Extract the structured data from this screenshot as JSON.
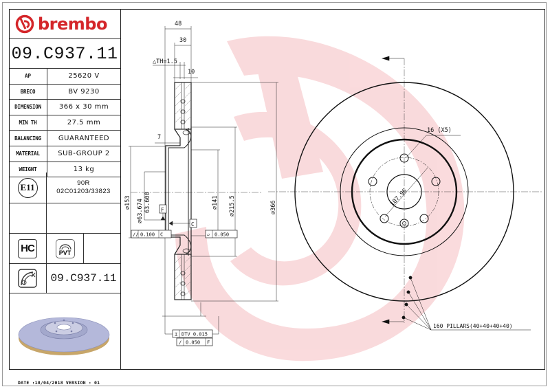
{
  "brand": {
    "name": "brembo",
    "color": "#d4262a",
    "logo_icon": "brembo-logo-icon"
  },
  "part_number": "09.C937.11",
  "specs": [
    {
      "key": "AP",
      "value": "25620 V"
    },
    {
      "key": "BRECO",
      "value": "BV 9230"
    },
    {
      "key": "DIMENSION",
      "value": "366 x 30 mm"
    },
    {
      "key": "MIN TH",
      "value": "27.5 mm"
    },
    {
      "key": "BALANCING",
      "value": "GUARANTEED"
    },
    {
      "key": "MATERIAL",
      "value": "SUB-GROUP 2"
    },
    {
      "key": "WEIGHT",
      "value": "13 kg"
    }
  ],
  "approval": {
    "mark": "E11",
    "line1": "90R",
    "line2": "02C01203/33823"
  },
  "badges": {
    "hc": "HC",
    "pvt": "PVT"
  },
  "packaging_part_number": "09.C937.11",
  "footer": {
    "date_line": "DATE :18/04/2018 VERSION : 01"
  },
  "drawing": {
    "section": {
      "width_48": "48",
      "width_30": "30",
      "delta_th": "△TH=1.5",
      "width_10": "10",
      "offset_7": "7",
      "dia_153": "⌀153",
      "dia_bore_max": "⌀63.674",
      "dia_bore_min": "63.600",
      "dia_141": "⌀141",
      "dia_215": "⌀215.5",
      "dia_366": "⌀366",
      "datum_f": "F",
      "datum_c": "C",
      "tol_parallel": {
        "symbol": "//",
        "value": "0.100",
        "datum": "C"
      },
      "tol_flatness": {
        "symbol": "▱",
        "value": "0.050"
      },
      "tol_dtv": {
        "symbol": "⌶",
        "value": "DTV 0.015"
      },
      "tol_runout": {
        "symbol": "/",
        "value": "0.050",
        "datum": "F"
      }
    },
    "front": {
      "hole_callout": "16 (X5)",
      "pcd": "107.96",
      "pillars": "160 PILLARS(40+40+40+40)"
    }
  }
}
